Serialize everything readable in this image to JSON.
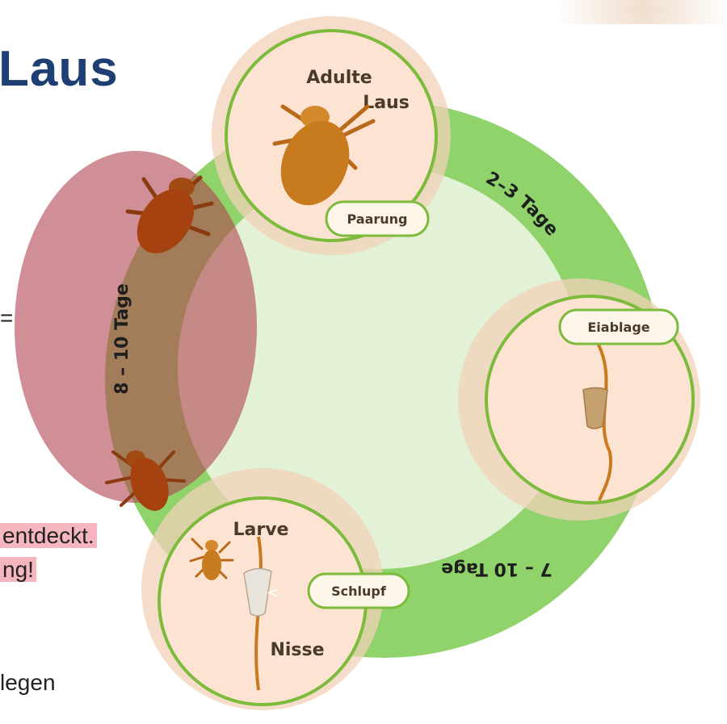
{
  "slide": {
    "title": "Laus",
    "fragments": [
      {
        "id": "eq",
        "text": "="
      },
      {
        "id": "entdeckt",
        "text": "entdeckt."
      },
      {
        "id": "ng",
        "text": "ng!"
      },
      {
        "id": "legen",
        "text": "legen"
      }
    ]
  },
  "diagram": {
    "stages": {
      "adult": {
        "label_line1": "Adulte",
        "label_line2": "Laus",
        "pill": "Paarung"
      },
      "egg": {
        "pill": "Eiablage"
      },
      "larva": {
        "label_larva": "Larve",
        "label_nit": "Nisse",
        "pill": "Schlupf",
        "marker": "<"
      }
    },
    "durations": {
      "adult_to_egg": "2–3 Tage",
      "egg_to_larva": "7 – 10 Tage",
      "larva_to_adult": "8 – 10 Tage"
    },
    "colors": {
      "ring": "#8fd36a",
      "center": "#e3f2d6",
      "stage_fill": "#fde3d2",
      "stage_border": "#7dbb3c",
      "highlight": "#b04550",
      "louse": "#b86a18"
    }
  }
}
